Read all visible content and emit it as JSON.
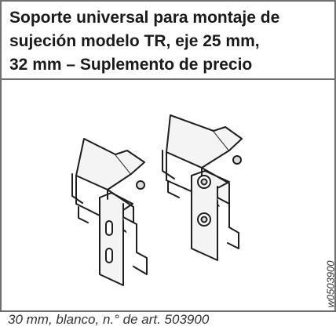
{
  "title": {
    "line1": "Soporte universal para montaje de",
    "line2": "sujeción modelo TR, eje 25 mm,",
    "line3": "32 mm – Suplemento de precio"
  },
  "image": {
    "description_code": "w0503900"
  },
  "caption": "30 mm, blanco, n.° de art. 503900"
}
